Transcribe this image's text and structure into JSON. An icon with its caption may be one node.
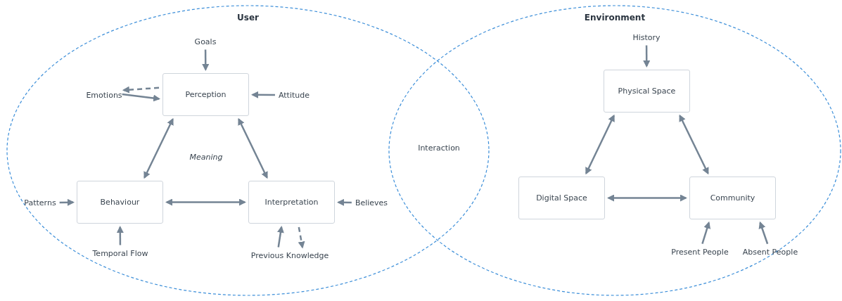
{
  "diagram": {
    "nodes": [
      {
        "text": [
          "User"
        ]
      },
      {
        "text": [
          "Environment"
        ]
      },
      {
        "text": [
          "Goals"
        ],
        "in": 0
      },
      {
        "text": [
          "Emotions"
        ],
        "in": 0
      },
      {
        "text": [
          "Perception"
        ],
        "in": 0
      },
      {
        "text": [
          "Attitude"
        ],
        "in": 0
      },
      {
        "text": [
          "Patterns"
        ],
        "in": 0
      },
      {
        "text": [
          "Behaviour"
        ],
        "in": 0
      },
      {
        "text": [
          "Interpretation"
        ],
        "in": 0
      },
      {
        "text": [
          "Believes"
        ],
        "in": 0
      },
      {
        "text": [
          "Temporal Flow"
        ],
        "in": 0
      },
      {
        "text": [
          "Previous Knowledge"
        ],
        "in": 0
      },
      {
        "text": [
          "History"
        ],
        "in": 1
      },
      {
        "text": [
          "Physical Space"
        ],
        "in": 1
      },
      {
        "text": [
          "Digital Space"
        ],
        "in": 1
      },
      {
        "text": [
          "Community"
        ],
        "in": 1
      },
      {
        "text": [
          "Present People"
        ],
        "in": 1
      },
      {
        "text": [
          "Absent People"
        ],
        "in": 1
      }
    ],
    "edges": [
      {
        "from": 2,
        "to": 4,
        "arrow": "to"
      },
      {
        "from": 4,
        "to": 3,
        "arrow": "to",
        "style": "dashed"
      },
      {
        "from": 3,
        "to": 4,
        "arrow": "to"
      },
      {
        "from": 5,
        "to": 4,
        "arrow": "to"
      },
      {
        "from": 4,
        "to": 7,
        "arrow": "both"
      },
      {
        "from": 4,
        "to": 8,
        "arrow": "both"
      },
      {
        "from": 7,
        "to": 8,
        "arrow": "both"
      },
      {
        "from": 6,
        "to": 7,
        "arrow": "to"
      },
      {
        "from": 10,
        "to": 7,
        "arrow": "to"
      },
      {
        "from": 9,
        "to": 8,
        "arrow": "to"
      },
      {
        "from": 11,
        "to": 8,
        "arrow": "to"
      },
      {
        "from": 8,
        "to": 11,
        "arrow": "to",
        "style": "dashed"
      },
      {
        "from": 12,
        "to": 13,
        "arrow": "to"
      },
      {
        "from": 13,
        "to": 14,
        "arrow": "both"
      },
      {
        "from": 13,
        "to": 15,
        "arrow": "both"
      },
      {
        "from": 14,
        "to": 15,
        "arrow": "both"
      },
      {
        "from": 16,
        "to": 15,
        "arrow": "to"
      },
      {
        "from": 17,
        "to": 15,
        "arrow": "to"
      }
    ],
    "labels": [
      "Meaning",
      "Interaction"
    ]
  }
}
